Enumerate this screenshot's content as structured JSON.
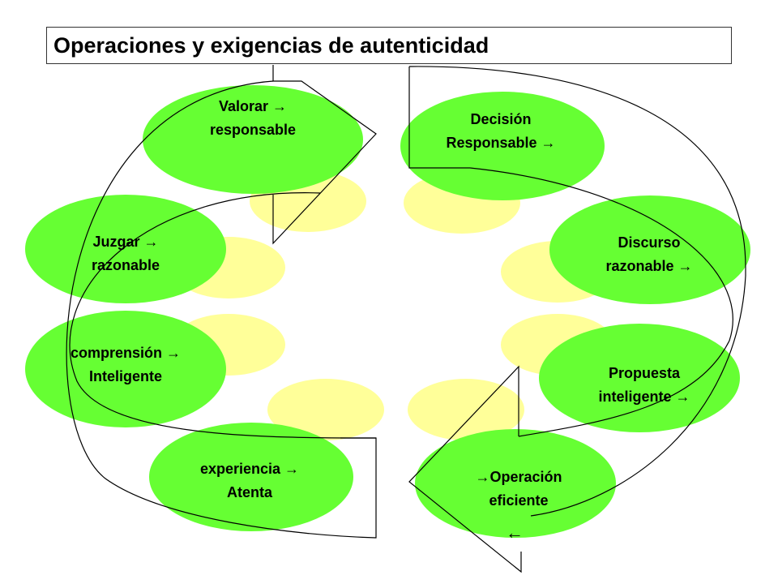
{
  "title": "Operaciones y exigencias de autenticidad",
  "colors": {
    "green": "#66ff33",
    "yellow": "#ffff99",
    "line": "#000000"
  },
  "left_nodes": [
    {
      "line1": "Valorar  →",
      "line2": "responsable"
    },
    {
      "line1": "Juzgar  →",
      "line2": "razonable"
    },
    {
      "line1": "comprensión  →",
      "line2": "Inteligente"
    },
    {
      "line1": "experiencia  →",
      "line2": "Atenta"
    }
  ],
  "right_nodes": [
    {
      "line1": "Decisión",
      "line2": "Responsable  →"
    },
    {
      "line1": "Discurso",
      "line2": "razonable  →"
    },
    {
      "line1": "Propuesta",
      "line2": "inteligente  →"
    },
    {
      "line1": "→Operación",
      "line2": "eficiente"
    }
  ],
  "loose_arrow": "←"
}
